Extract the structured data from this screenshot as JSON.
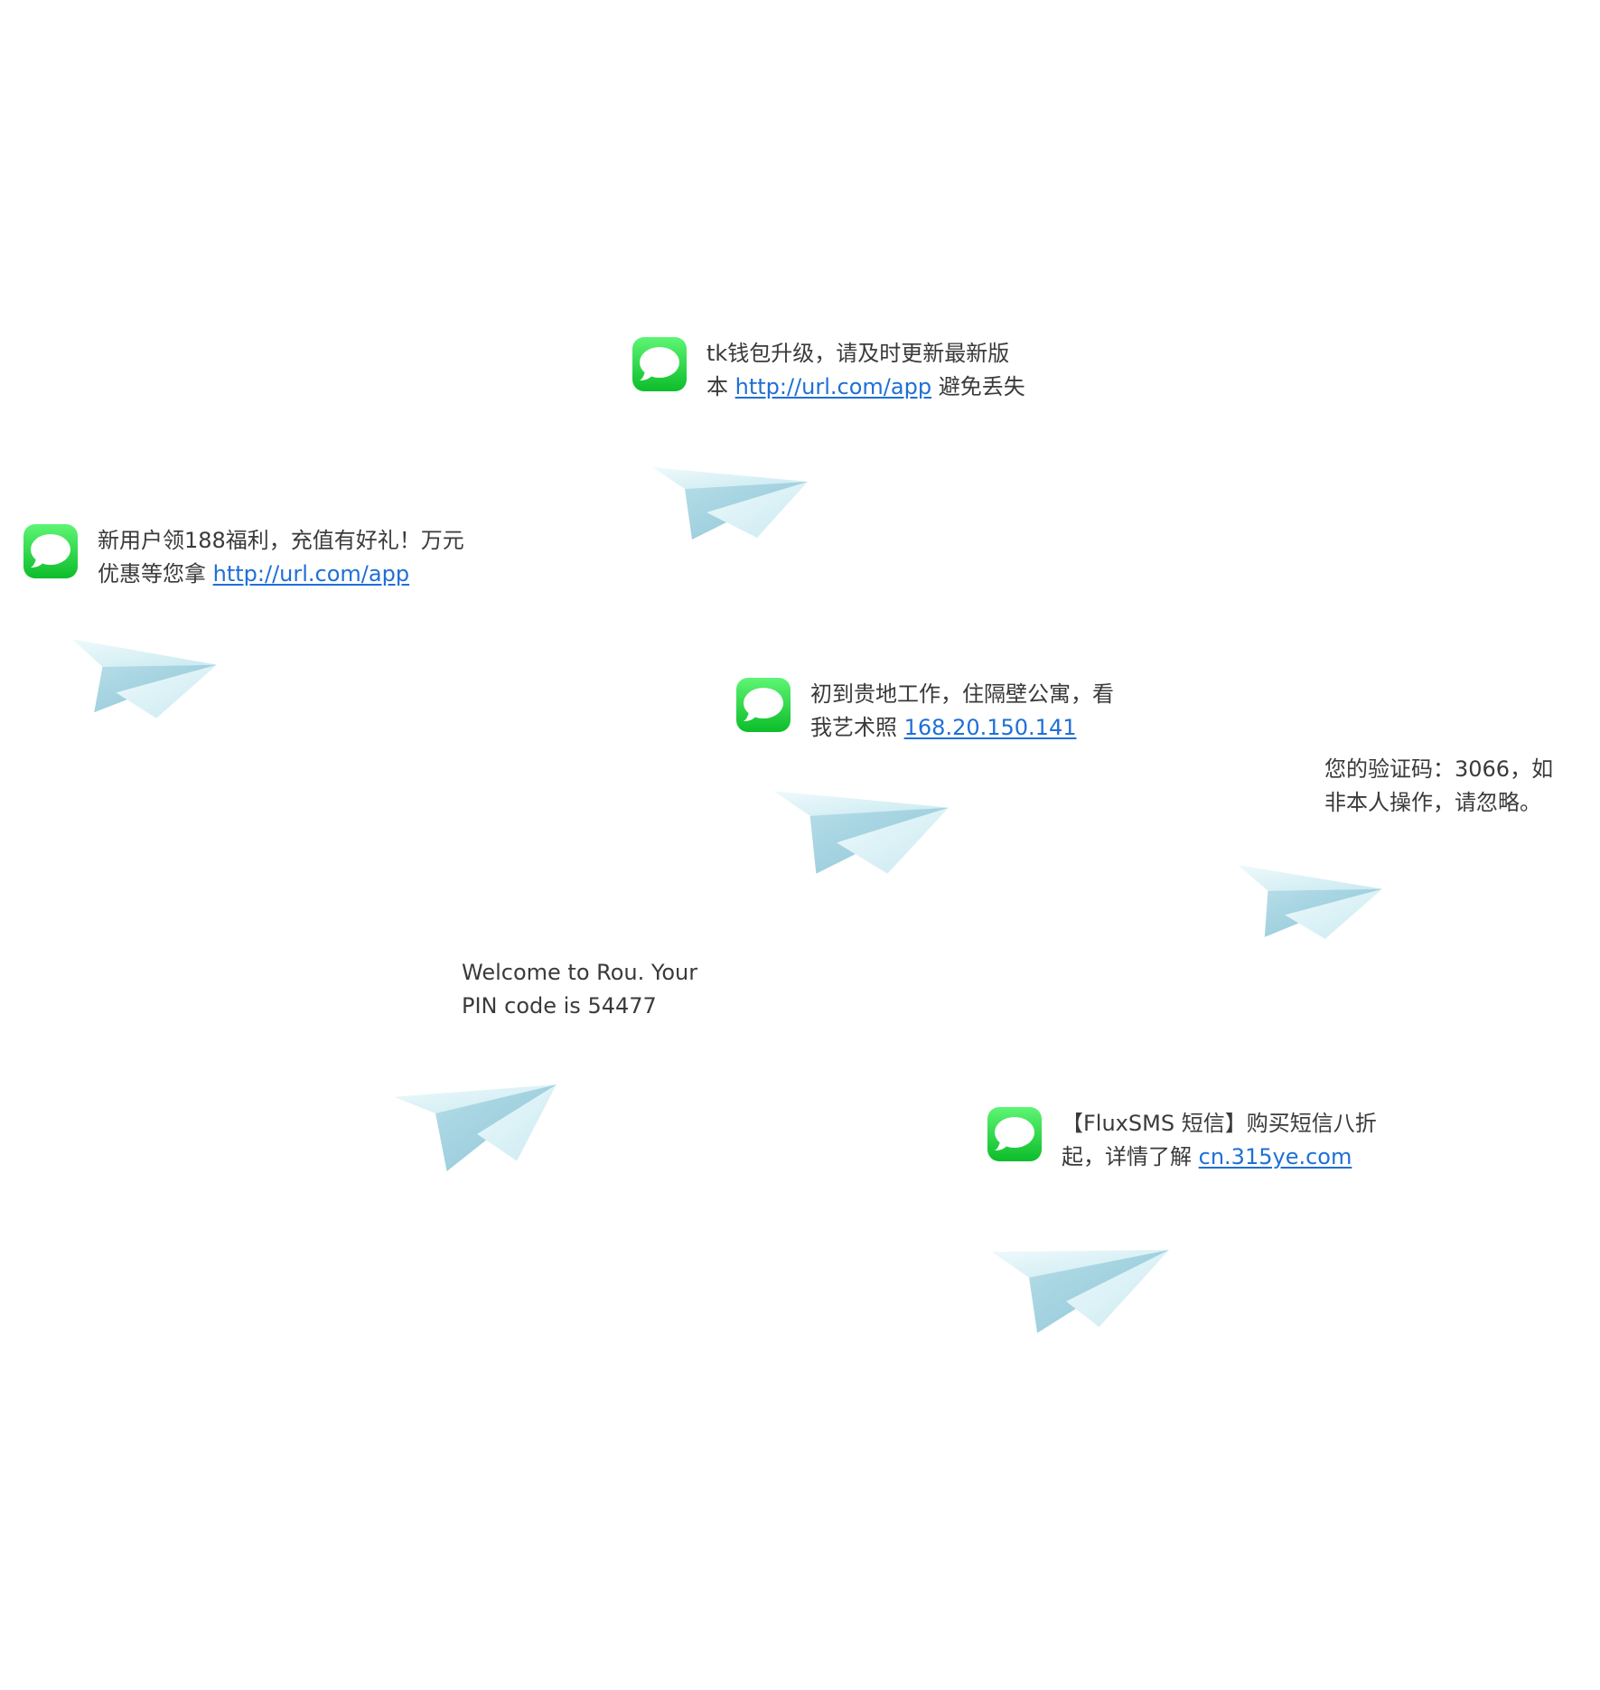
{
  "messages": [
    {
      "id": "tk-wallet",
      "has_icon": true,
      "line1": "tk钱包升级，请及时更新最新版",
      "line2_prefix": "本 ",
      "line2_link": "http://url.com/app",
      "line2_suffix": " 避免丢失"
    },
    {
      "id": "new-user",
      "has_icon": true,
      "line1": "新用户领188福利，充值有好礼！万元",
      "line2_prefix": "优惠等您拿 ",
      "line2_link": "http://url.com/app",
      "line2_suffix": ""
    },
    {
      "id": "neighbor",
      "has_icon": true,
      "line1": "初到贵地工作，住隔壁公寓，看",
      "line2_prefix": "我艺术照 ",
      "line2_link": "168.20.150.141",
      "line2_suffix": ""
    },
    {
      "id": "verify-code",
      "has_icon": false,
      "line1": "您的验证码：3066，如",
      "line2_prefix": "非本人操作，请忽略。",
      "line2_link": "",
      "line2_suffix": ""
    },
    {
      "id": "welcome-rou",
      "has_icon": false,
      "line1": "Welcome to Rou. Your",
      "line2_prefix": "PIN code is 54477",
      "line2_link": "",
      "line2_suffix": ""
    },
    {
      "id": "fluxsms",
      "has_icon": true,
      "line1": "【FluxSMS 短信】购买短信八折",
      "line2_prefix": "起，详情了解 ",
      "line2_link": "cn.315ye.com",
      "line2_suffix": ""
    }
  ],
  "icons": {
    "message_icon": "messages-app-icon",
    "plane_icon": "paper-plane-icon"
  },
  "colors": {
    "icon_green_top": "#5ef574",
    "icon_green_bottom": "#0cbd2a",
    "link": "#1f6fd6",
    "text": "#3a3a3a",
    "plane_light": "#eefafc",
    "plane_mid": "#c9e9f0",
    "plane_dark": "#8ec5d6"
  }
}
